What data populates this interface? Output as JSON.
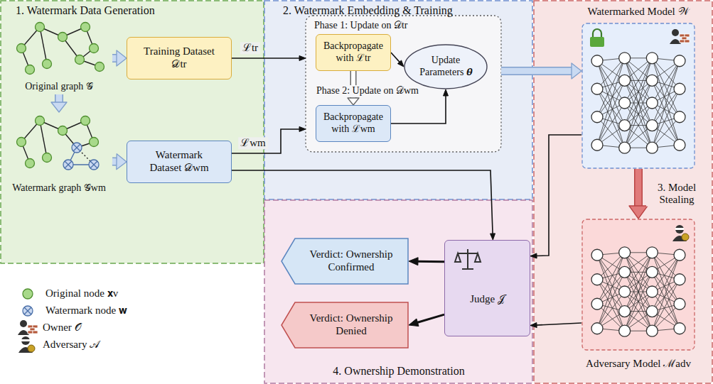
{
  "diagram": {
    "nodes": [
      {
        "text": [
          "1. Watermark Data Generation"
        ]
      },
      {
        "text": [
          "Original graph 𝒢"
        ],
        "in": 0
      },
      {
        "text": [
          "Training Dataset 𝒟tr"
        ],
        "in": 0
      },
      {
        "text": [
          "Watermark graph 𝒢wm"
        ],
        "in": 0
      },
      {
        "text": [
          "Watermark Dataset 𝒟wm"
        ],
        "in": 0
      },
      {
        "text": [
          "2. Watermark Embedding & Training"
        ]
      },
      {
        "text": [
          "Phase 1: Update on 𝒟tr",
          "Phase 2: Update on 𝒟wm"
        ],
        "in": 5
      },
      {
        "text": [
          "Backpropagate with ℒtr"
        ],
        "in": 6
      },
      {
        "text": [
          "Backpropagate with ℒwm"
        ],
        "in": 6
      },
      {
        "text": [
          "Update Parameters 𝜽"
        ],
        "in": 6
      },
      {
        "text": [
          "Watermarked Model 𝒲"
        ]
      },
      {
        "text": [
          "Adversary Model ℳadv"
        ]
      },
      {
        "text": [
          "4. Ownership Demonstration"
        ]
      },
      {
        "text": [
          "Judge 𝒥"
        ],
        "in": 12
      },
      {
        "text": [
          "Verdict: Ownership Confirmed"
        ],
        "in": 12
      },
      {
        "text": [
          "Verdict: Ownership Denied"
        ],
        "in": 12
      }
    ],
    "edges": [
      {
        "from": 1,
        "to": 2,
        "arrow": "to"
      },
      {
        "from": 1,
        "to": 3,
        "arrow": "to"
      },
      {
        "from": 3,
        "to": 4,
        "arrow": "to"
      },
      {
        "from": 2,
        "to": 6,
        "label": "ℒtr",
        "arrow": "to"
      },
      {
        "from": 4,
        "to": 6,
        "label": "ℒwm",
        "arrow": "to"
      },
      {
        "from": 7,
        "to": 9,
        "arrow": "to"
      },
      {
        "from": 8,
        "to": 9,
        "arrow": "to"
      },
      {
        "from": 7,
        "to": 8,
        "arrow": "to"
      },
      {
        "from": 6,
        "to": 10,
        "arrow": "to"
      },
      {
        "from": 10,
        "to": 11,
        "label": "3. Model Stealing",
        "arrow": "to"
      },
      {
        "from": 4,
        "to": 13,
        "arrow": "to"
      },
      {
        "from": 10,
        "to": 13,
        "arrow": "to"
      },
      {
        "from": 11,
        "to": 13,
        "arrow": "to"
      },
      {
        "from": 13,
        "to": 14,
        "arrow": "to"
      },
      {
        "from": 13,
        "to": 15,
        "arrow": "to"
      }
    ],
    "legend": [
      {
        "text": "Original node 𝐱v"
      },
      {
        "text": "Watermark node 𝐰"
      },
      {
        "text": "Owner 𝒪"
      },
      {
        "text": "Adversary 𝒜"
      }
    ]
  }
}
